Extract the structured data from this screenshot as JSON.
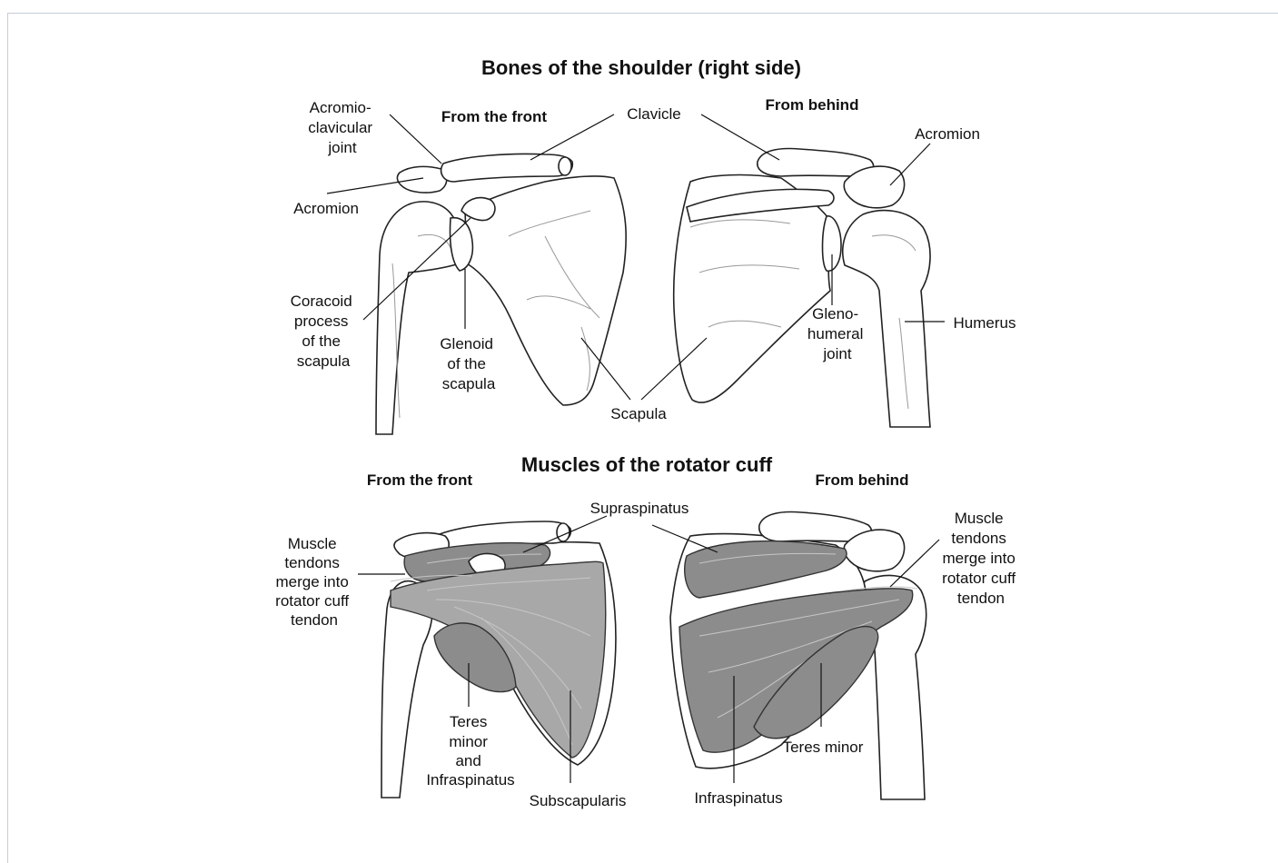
{
  "titles": {
    "bones": "Bones of the shoulder (right side)",
    "muscles": "Muscles of the rotator cuff"
  },
  "views": {
    "front": "From the front",
    "behind": "From behind"
  },
  "labels": {
    "ac_joint": [
      "Acromio-",
      "clavicular",
      "joint"
    ],
    "clavicle": "Clavicle",
    "acromion": "Acromion",
    "coracoid": [
      "Coracoid",
      "process",
      "of the",
      "scapula"
    ],
    "glenoid": [
      "Glenoid",
      "of the",
      "scapula"
    ],
    "scapula": "Scapula",
    "glenohumeral": [
      "Gleno-",
      "humeral",
      "joint"
    ],
    "humerus": "Humerus",
    "supraspinatus": "Supraspinatus",
    "tendons": [
      "Muscle",
      "tendons",
      "merge into",
      "rotator cuff",
      "tendon"
    ],
    "teres_infra": [
      "Teres",
      "minor",
      "and",
      "Infraspinatus"
    ],
    "subscapularis": "Subscapularis",
    "infraspinatus": "Infraspinatus",
    "teres_minor": "Teres minor"
  }
}
